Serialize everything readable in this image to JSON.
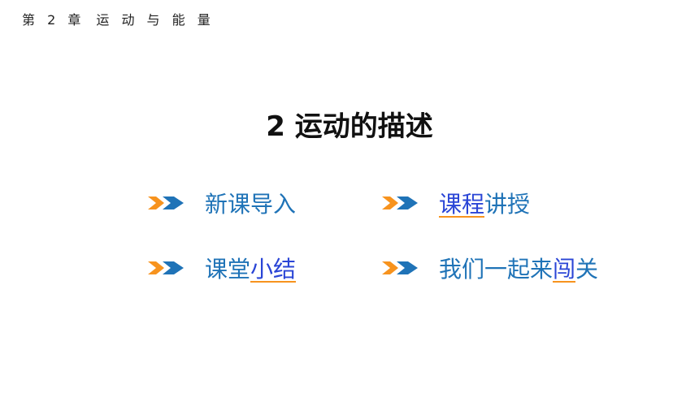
{
  "header": {
    "chapter": "第 2 章",
    "unit": "运 动 与 能 量"
  },
  "title": "2  运动的描述",
  "colors": {
    "accent_blue": "#1f73b7",
    "link_blue": "#2a45d6",
    "arrow_orange": "#f7931e",
    "arrow_blue": "#1f73b7"
  },
  "menu": {
    "items": [
      {
        "parts": [
          "新课导入"
        ],
        "icon": "double-arrow-icon"
      },
      {
        "parts": [
          "课程",
          "讲授"
        ],
        "icon": "double-arrow-icon"
      },
      {
        "parts": [
          "课堂",
          "小结"
        ],
        "icon": "double-arrow-icon"
      },
      {
        "parts": [
          "我们一起来",
          "闯",
          "关"
        ],
        "icon": "double-arrow-icon"
      }
    ]
  }
}
